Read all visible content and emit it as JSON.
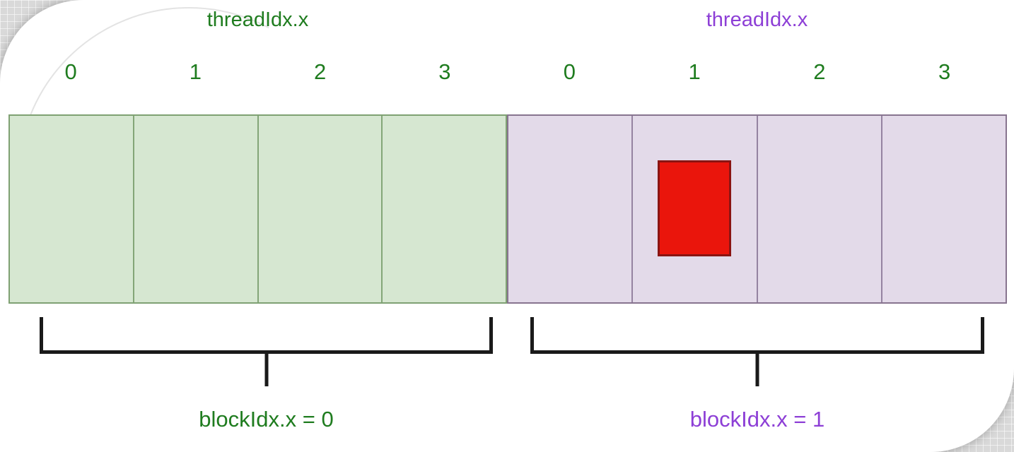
{
  "diagram": {
    "title_semantic": "CUDA thread and block indexing diagram",
    "index_color": "#1f7c1f",
    "bracket_color": "#1a1a1a",
    "blocks": [
      {
        "thread_header": "threadIdx.x",
        "thread_indices": [
          "0",
          "1",
          "2",
          "3"
        ],
        "block_label": "blockIdx.x = 0",
        "fill_color": "#d6e7d1",
        "border_color": "#7fa173",
        "label_color": "#1f7c1f"
      },
      {
        "thread_header": "threadIdx.x",
        "thread_indices": [
          "0",
          "1",
          "2",
          "3"
        ],
        "block_label": "blockIdx.x = 1",
        "fill_color": "#e3dae9",
        "border_color": "#87748f",
        "label_color": "#8d3fd6",
        "highlight": {
          "thread": 1,
          "color": "#ea150c",
          "border_color": "#8a1412"
        }
      }
    ]
  }
}
